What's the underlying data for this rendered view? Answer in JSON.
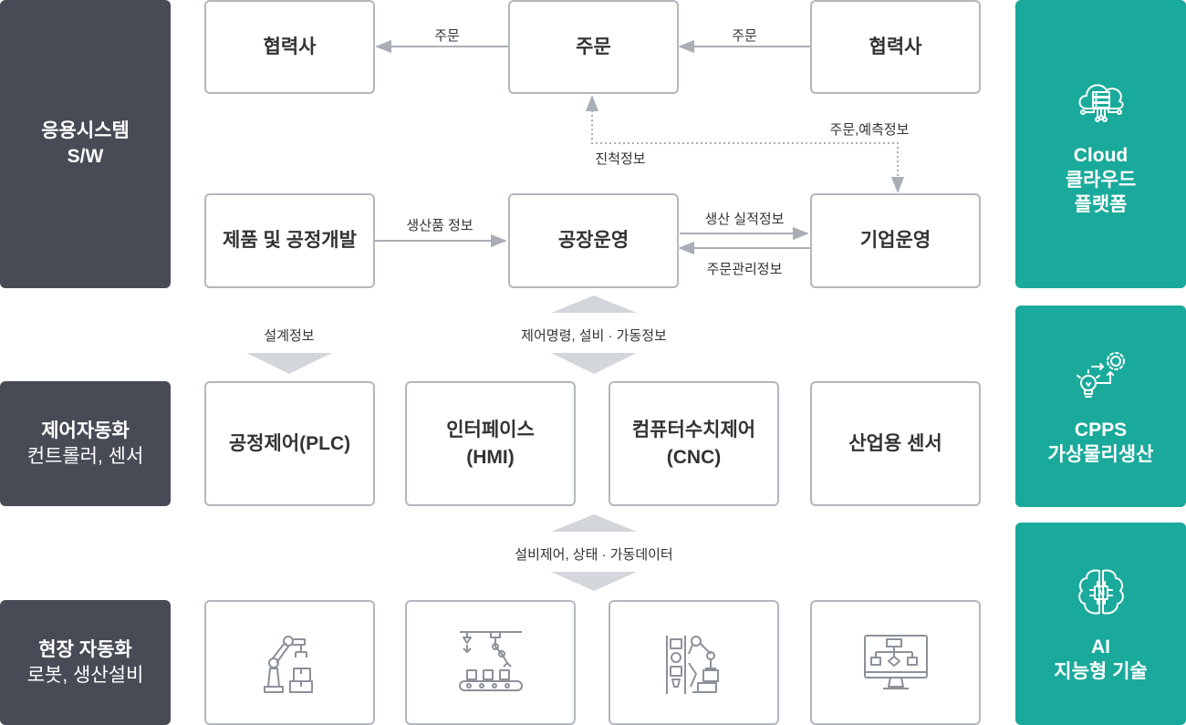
{
  "left_layers": [
    {
      "line1": "응용시스템",
      "line2": "S/W"
    },
    {
      "line1": "제어자동화",
      "line2": "컨트롤러, 센서"
    },
    {
      "line1": "현장 자동화",
      "line2": "로봇, 생산설비"
    }
  ],
  "right_panels": [
    {
      "lines": [
        "Cloud",
        "클라우드",
        "플랫폼"
      ],
      "icon": "cloud-server-icon"
    },
    {
      "lines": [
        "CPPS",
        "가상물리생산"
      ],
      "icon": "lightbulb-gear-icon"
    },
    {
      "lines": [
        "AI",
        "지능형 기술"
      ],
      "icon": "ai-brain-icon"
    }
  ],
  "app_layer": {
    "partner_left": "협력사",
    "order": "주문",
    "partner_right": "협력사",
    "product_dev": "제품 및 공정개발",
    "factory_ops": "공장운영",
    "enterprise_ops": "기업운영"
  },
  "control_layer": {
    "plc": "공정제어(PLC)",
    "hmi_line1": "인터페이스",
    "hmi_line2": "(HMI)",
    "cnc_line1": "컴퓨터수치제어",
    "cnc_line2": "(CNC)",
    "sensor": "산업용 센서"
  },
  "field_layer": {
    "icons": [
      "robot-arm-icon",
      "conveyor-robot-icon",
      "production-line-icon",
      "monitor-flowchart-icon"
    ]
  },
  "edge_labels": {
    "order_left": "주문",
    "order_right": "주문",
    "order_forecast": "주문,예측정보",
    "progress_info": "진척정보",
    "product_info": "생산품 정보",
    "production_results": "생산 실적정보",
    "order_mgmt": "주문관리정보",
    "design_info": "설계정보",
    "control_command": "제어명령, 설비 · 가동정보",
    "equipment_control": "설비제어, 상태 · 가동데이터"
  }
}
